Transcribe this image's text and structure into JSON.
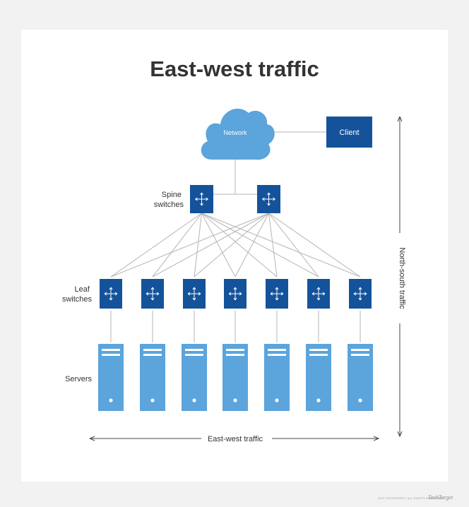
{
  "title": "East-west traffic",
  "cloud_label": "Network",
  "client_label": "Client",
  "spine_label": [
    "Spine",
    "switches"
  ],
  "leaf_label": [
    "Leaf",
    "switches"
  ],
  "servers_label": "Servers",
  "ew_label": "East-west traffic",
  "ns_label": "North-south traffic",
  "footer_text": "2021 TECHTARGET. ALL RIGHTS RESERVED.",
  "brand_text": "TechTarget",
  "colors": {
    "switch": "#14539a",
    "server": "#5ba4dc",
    "cloud": "#5ba4dc",
    "client": "#14539a",
    "lines": "#b5b5b5",
    "title": "#333333"
  }
}
